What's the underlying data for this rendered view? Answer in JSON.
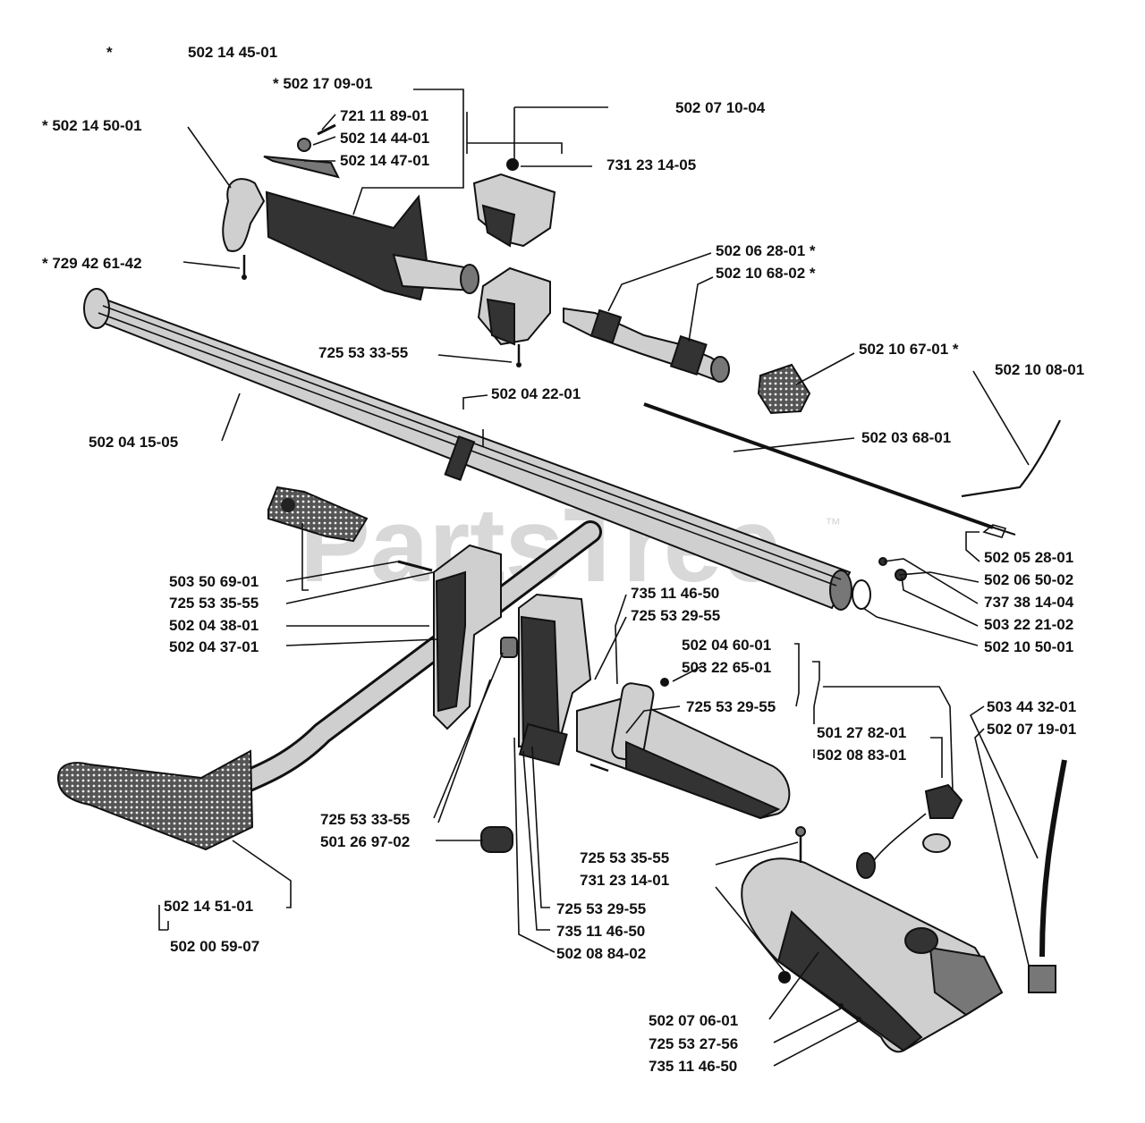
{
  "watermark": {
    "text": "PartsTree",
    "trademark": "™"
  },
  "labels": [
    "*",
    "502 14 45-01",
    "* 502 17 09-01",
    "502 07 10-04",
    "721 11 89-01",
    "* 502 14 50-01",
    "502 14 44-01",
    "502 14 47-01",
    "731 23 14-05",
    "* 729 42 61-42",
    "502 06 28-01 *",
    "502 10 68-02 *",
    "725 53 33-55",
    "502 10 67-01 *",
    "502 10 08-01",
    "502 04 22-01",
    "502 04 15-05",
    "502 03 68-01",
    "502 05 28-01",
    "503 50 69-01",
    "502 06 50-02",
    "725 53 35-55",
    "737 38 14-04",
    "735 11 46-50",
    "502 04 38-01",
    "503 22 21-02",
    "725 53 29-55",
    "502 04 37-01",
    "502 10 50-01",
    "502 04 60-01",
    "503 22 65-01",
    "725 53 29-55",
    "503 44 32-01",
    "502 07 19-01",
    "501 27 82-01",
    "502 08 83-01",
    "725 53 33-55",
    "501 26 97-02",
    "725 53 35-55",
    "731 23 14-01",
    "502 14 51-01",
    "725 53 29-55",
    "735 11 46-50",
    "502 00 59-07",
    "502 08 84-02",
    "502 07 06-01",
    "725 53 27-56",
    "735 11 46-50"
  ]
}
